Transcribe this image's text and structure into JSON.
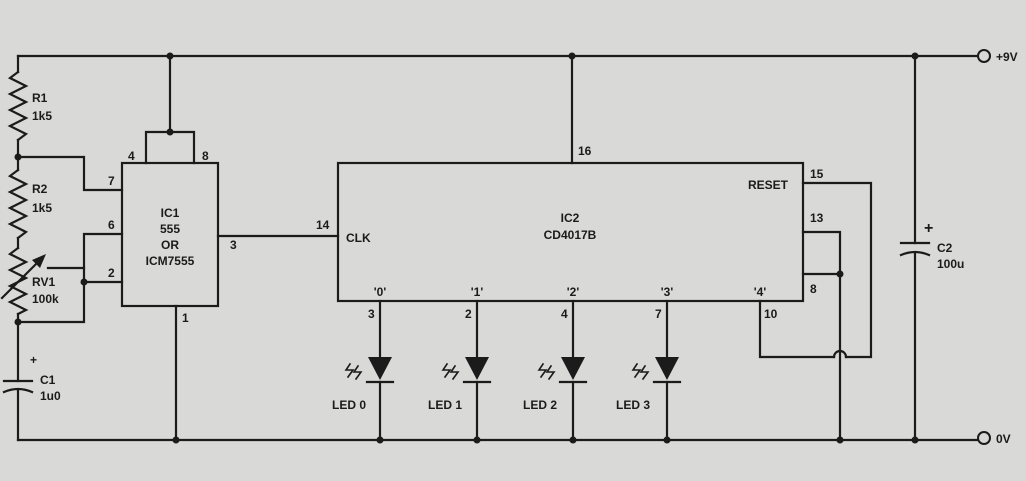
{
  "supply": {
    "positive": "+9V",
    "ground": "0V"
  },
  "components": {
    "r1": {
      "ref": "R1",
      "value": "1k5"
    },
    "r2": {
      "ref": "R2",
      "value": "1k5"
    },
    "rv1": {
      "ref": "RV1",
      "value": "100k"
    },
    "c1": {
      "ref": "C1",
      "value": "1u0",
      "polarity": "+"
    },
    "c2": {
      "ref": "C2",
      "value": "100u",
      "polarity": "+"
    },
    "ic1": {
      "ref": "IC1",
      "line2": "555",
      "line3": "OR",
      "line4": "ICM7555",
      "pins": {
        "p4": "4",
        "p8": "8",
        "p7": "7",
        "p6": "6",
        "p2": "2",
        "p3": "3",
        "p1": "1"
      }
    },
    "ic2": {
      "ref": "IC2",
      "part": "CD4017B",
      "clk": "CLK",
      "reset": "RESET",
      "pins": {
        "p16": "16",
        "p14": "14",
        "p15": "15",
        "p13": "13",
        "p8": "8",
        "p10": "10",
        "p3": "3",
        "p2": "2",
        "p4": "4",
        "p7": "7"
      },
      "outputs": [
        "'0'",
        "'1'",
        "'2'",
        "'3'",
        "'4'"
      ]
    },
    "leds": [
      "LED 0",
      "LED 1",
      "LED 2",
      "LED 3"
    ]
  }
}
